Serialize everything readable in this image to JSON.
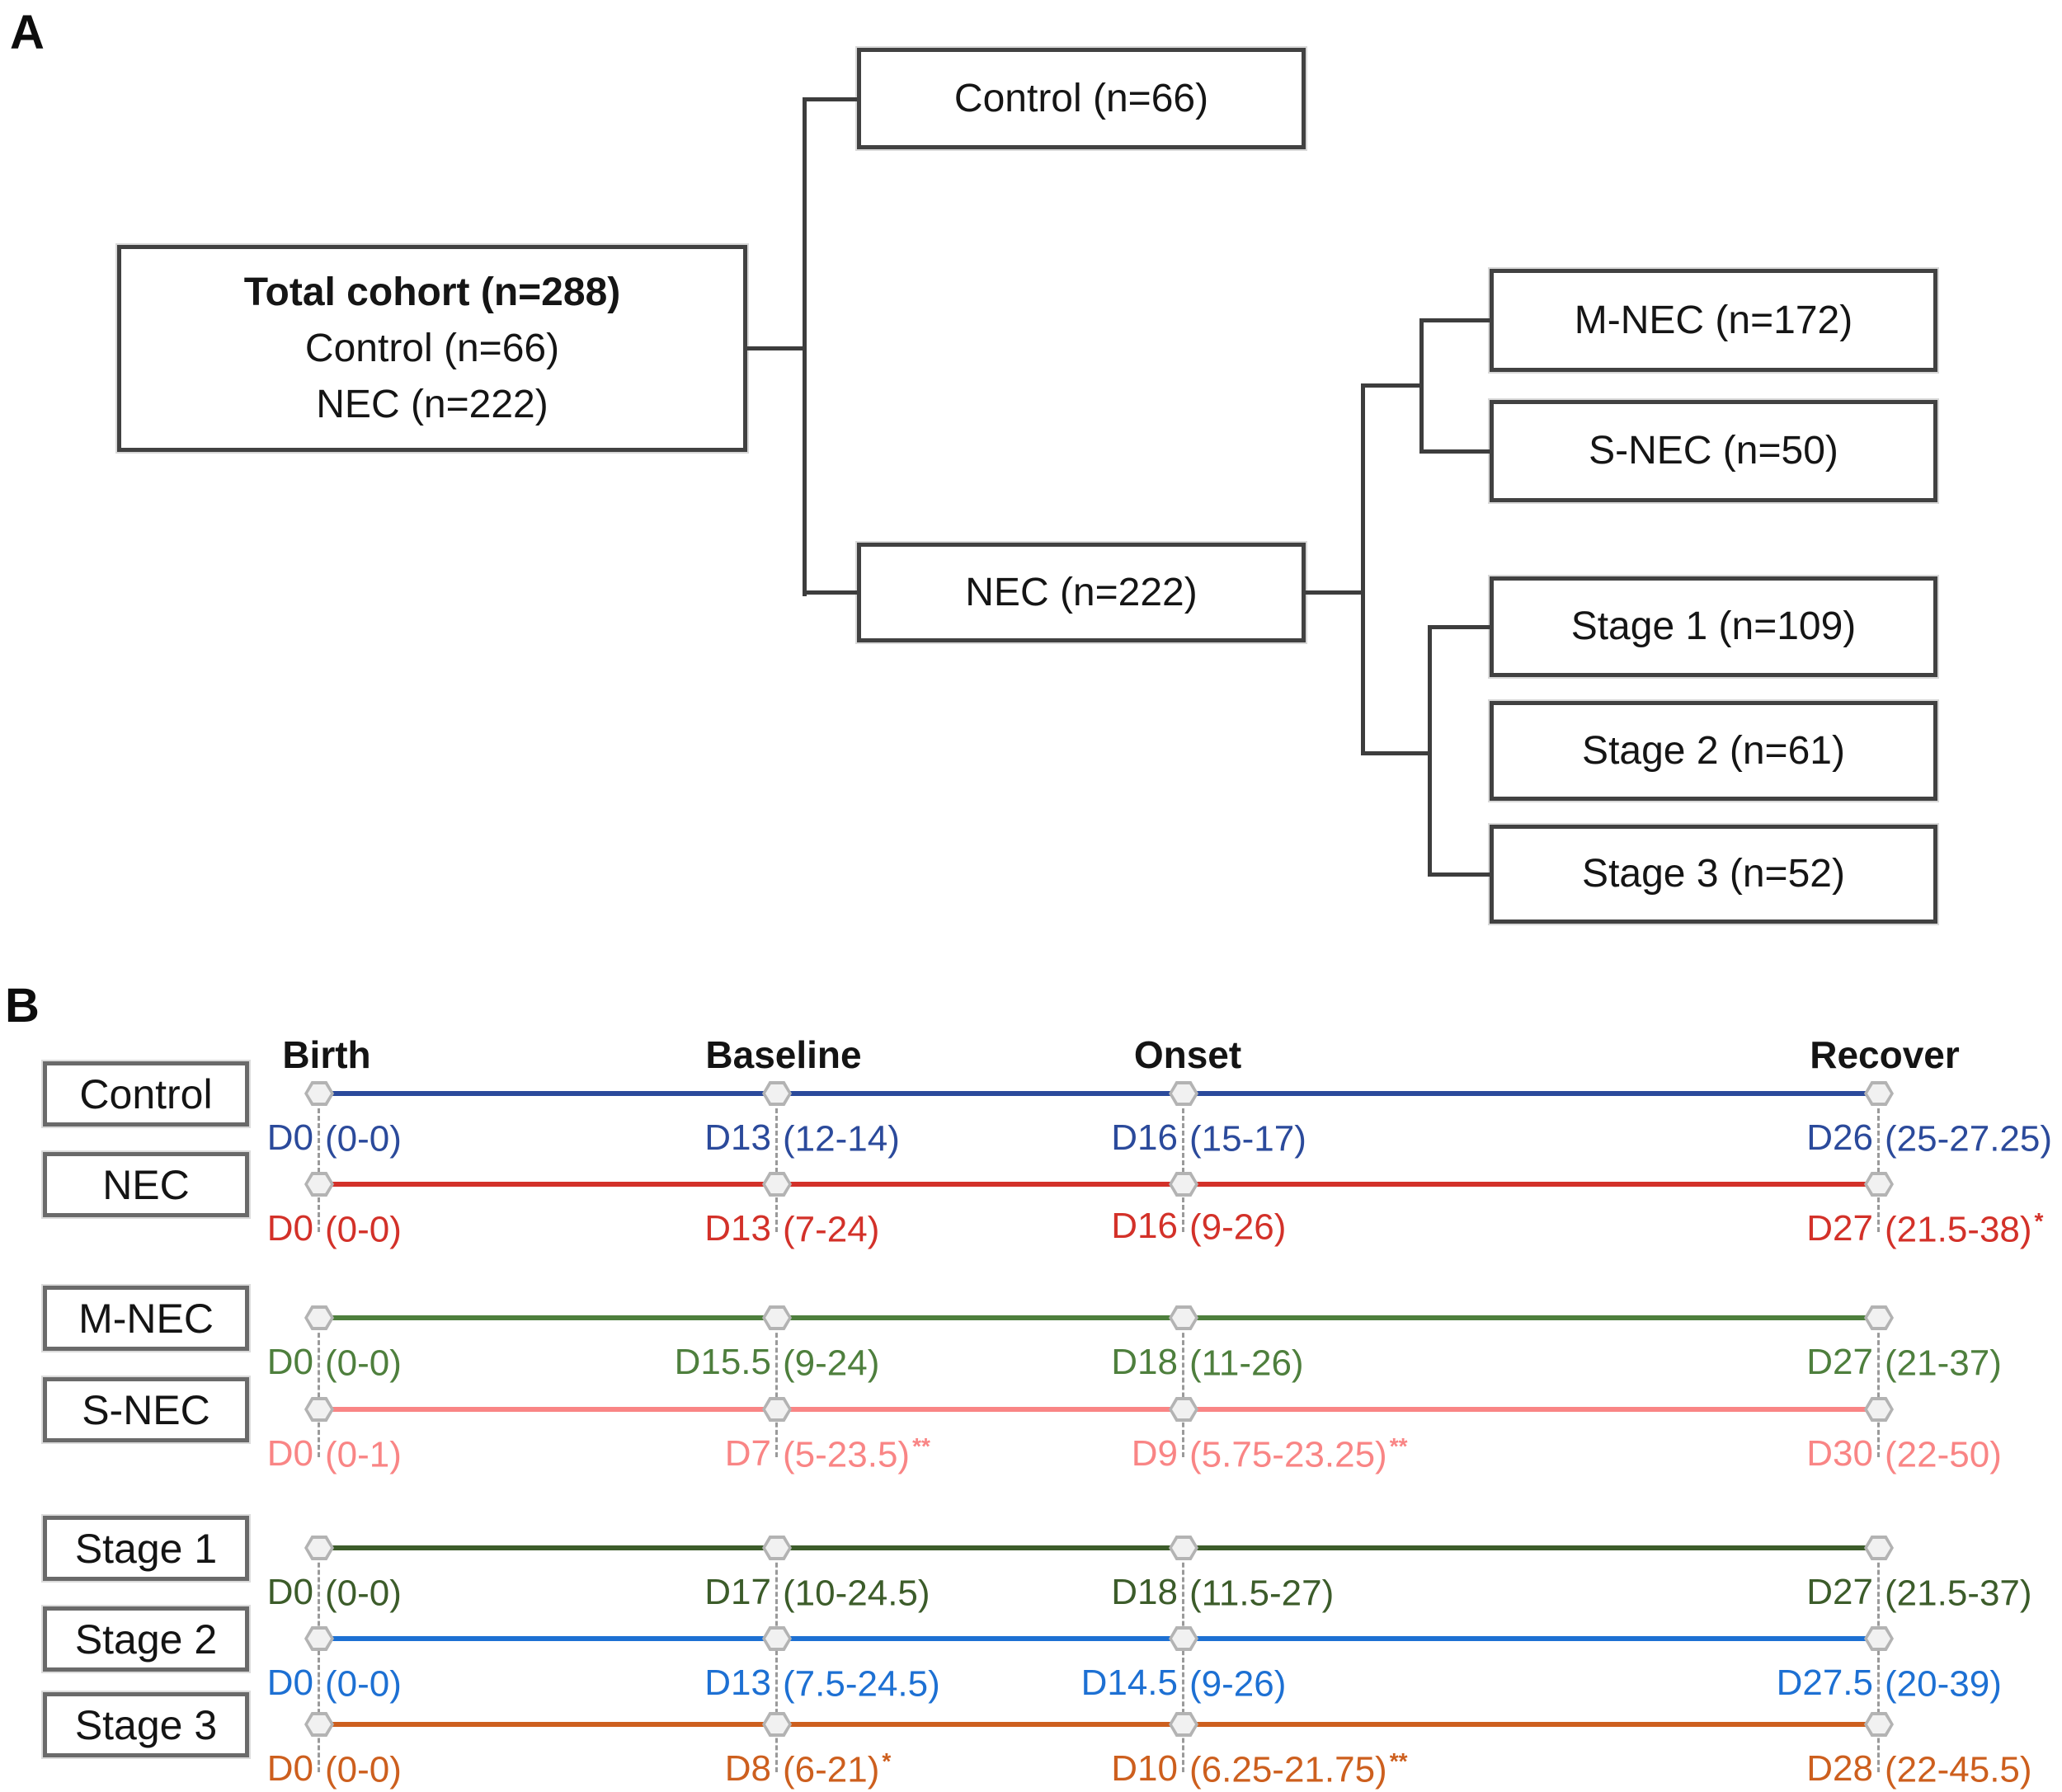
{
  "panelA": {
    "label": "A",
    "root": {
      "title": "Total cohort (n=288)",
      "line1": "Control (n=66)",
      "line2": "NEC (n=222)"
    },
    "nodes": {
      "control": "Control (n=66)",
      "nec": "NEC (n=222)",
      "mnec": "M-NEC (n=172)",
      "snec": "S-NEC (n=50)",
      "stage1": "Stage 1 (n=109)",
      "stage2": "Stage 2 (n=61)",
      "stage3": "Stage 3 (n=52)"
    }
  },
  "panelB": {
    "label": "B",
    "columns": [
      "Birth",
      "Baseline",
      "Onset",
      "Recover"
    ],
    "rows": [
      {
        "label": "Control",
        "color": "#2b4a9b",
        "values": [
          {
            "day": "D0",
            "range": "(0-0)"
          },
          {
            "day": "D13",
            "range": "(12-14)"
          },
          {
            "day": "D16",
            "range": "(15-17)"
          },
          {
            "day": "D26",
            "range": "(25-27.25)"
          }
        ]
      },
      {
        "label": "NEC",
        "color": "#d33129",
        "values": [
          {
            "day": "D0",
            "range": "(0-0)"
          },
          {
            "day": "D13",
            "range": "(7-24)"
          },
          {
            "day": "D16",
            "range": "(9-26)"
          },
          {
            "day": "D27",
            "range": "(21.5-38)",
            "note": "*"
          }
        ]
      },
      {
        "label": "M-NEC",
        "color": "#4e7f3d",
        "values": [
          {
            "day": "D0",
            "range": "(0-0)"
          },
          {
            "day": "D15.5",
            "range": "(9-24)"
          },
          {
            "day": "D18",
            "range": "(11-26)"
          },
          {
            "day": "D27",
            "range": "(21-37)"
          }
        ]
      },
      {
        "label": "S-NEC",
        "color": "#f98585",
        "values": [
          {
            "day": "D0",
            "range": "(0-1)"
          },
          {
            "day": "D7",
            "range": "(5-23.5)",
            "note": "**"
          },
          {
            "day": "D9",
            "range": "(5.75-23.25)",
            "note": "**"
          },
          {
            "day": "D30",
            "range": "(22-50)"
          }
        ]
      },
      {
        "label": "Stage 1",
        "color": "#3c5c2a",
        "values": [
          {
            "day": "D0",
            "range": "(0-0)"
          },
          {
            "day": "D17",
            "range": "(10-24.5)"
          },
          {
            "day": "D18",
            "range": "(11.5-27)"
          },
          {
            "day": "D27",
            "range": "(21.5-37)"
          }
        ]
      },
      {
        "label": "Stage 2",
        "color": "#1d70d3",
        "values": [
          {
            "day": "D0",
            "range": "(0-0)"
          },
          {
            "day": "D13",
            "range": "(7.5-24.5)"
          },
          {
            "day": "D14.5",
            "range": "(9-26)"
          },
          {
            "day": "D27.5",
            "range": "(20-39)"
          }
        ]
      },
      {
        "label": "Stage 3",
        "color": "#cd5f1e",
        "values": [
          {
            "day": "D0",
            "range": "(0-0)"
          },
          {
            "day": "D8",
            "range": "(6-21)",
            "note": "*"
          },
          {
            "day": "D10",
            "range": "(6.25-21.75)",
            "note": "**"
          },
          {
            "day": "D28",
            "range": "(22-45.5)"
          }
        ]
      }
    ]
  }
}
